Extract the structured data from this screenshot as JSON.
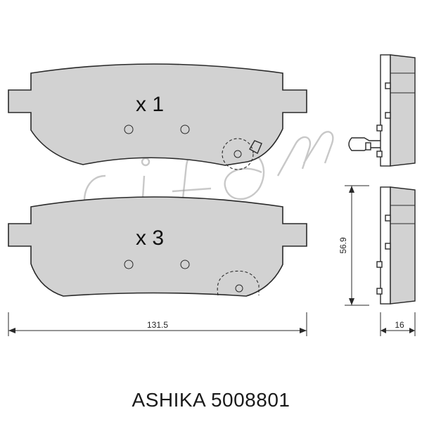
{
  "pads": {
    "top_quantity": "x 1",
    "bottom_quantity": "x 3"
  },
  "dimensions": {
    "width": "131.5",
    "height": "56.9",
    "thickness": "16"
  },
  "watermark": {
    "logo_name": "cifam-logo-watermark",
    "lettering": "cifam"
  },
  "caption": {
    "brand": "ASHIKA",
    "part_number": "5008801"
  }
}
